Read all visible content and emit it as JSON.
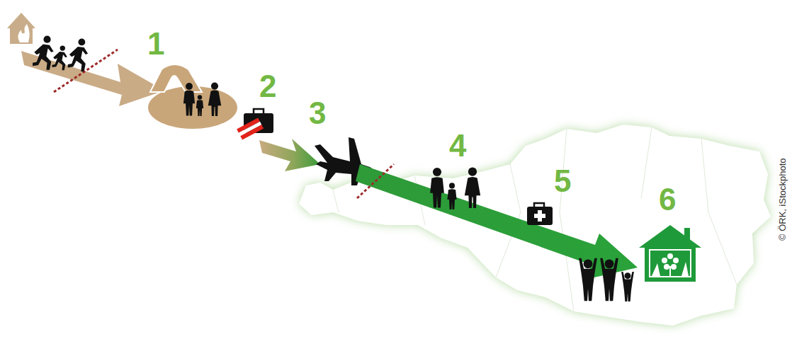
{
  "diagram": {
    "labels": [
      "1",
      "2",
      "3",
      "4",
      "5",
      "6",
      "© ÖRK, iStockphoto"
    ]
  }
}
